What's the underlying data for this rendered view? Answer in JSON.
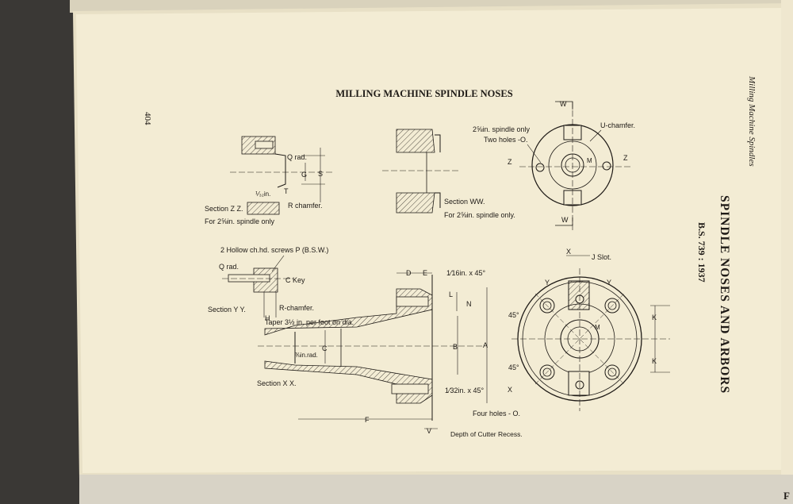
{
  "page": {
    "number": "404",
    "title": "MILLING MACHINE SPINDLE NOSES",
    "running_head": "Milling Machine Spindles",
    "side_heading": "SPINDLE NOSES AND ARBORS",
    "standard": "B.S. 739 : 1937",
    "next_page_fragment": "F"
  },
  "figures": {
    "section_zz": {
      "caption": "Section Z Z.",
      "note": "For 2⅝in. spindle only",
      "labels": {
        "q": "Q rad.",
        "g": "G",
        "s": "S",
        "t": "T",
        "r": "R chamfer.",
        "small": "⅟₃₂in."
      }
    },
    "section_ww": {
      "caption": "Section WW.",
      "note": "For 2⅝in. spindle only."
    },
    "end_view_top": {
      "note1": "2⅝in. spindle only",
      "note2": "Two holes -O.",
      "u": "U-chamfer.",
      "w": "W",
      "z": "Z",
      "m": "M"
    },
    "section_yy": {
      "screws": "2 Hollow ch.hd. screws P (B.S.W.)",
      "q": "Q rad.",
      "key": "C Key",
      "r": "R-chamfer.",
      "h": "H",
      "caption": "Section Y Y."
    },
    "section_xx": {
      "taper": "Taper 3½ in. per foot on dia.",
      "rad": "⅜in.rad.",
      "c": "C",
      "b": "B",
      "a": "A",
      "d": "D",
      "e": "E",
      "chamfer1": "1⁄16in. x 45°",
      "chamfer2": "1⁄32in. x 45°",
      "l": "L",
      "n": "N",
      "f": "F",
      "v": "V",
      "depth": "Depth of Cutter Recess.",
      "holes": "Four holes - O.",
      "caption": "Section X X."
    },
    "end_view_bottom": {
      "x": "X",
      "j": "J Slot.",
      "y": "Y",
      "k": "K",
      "m": "M",
      "angle": "45°"
    }
  },
  "colors": {
    "paper": "#f3ecd4",
    "ink": "#1e1a16",
    "binding": "#3a3835",
    "background": "#9a978f"
  }
}
